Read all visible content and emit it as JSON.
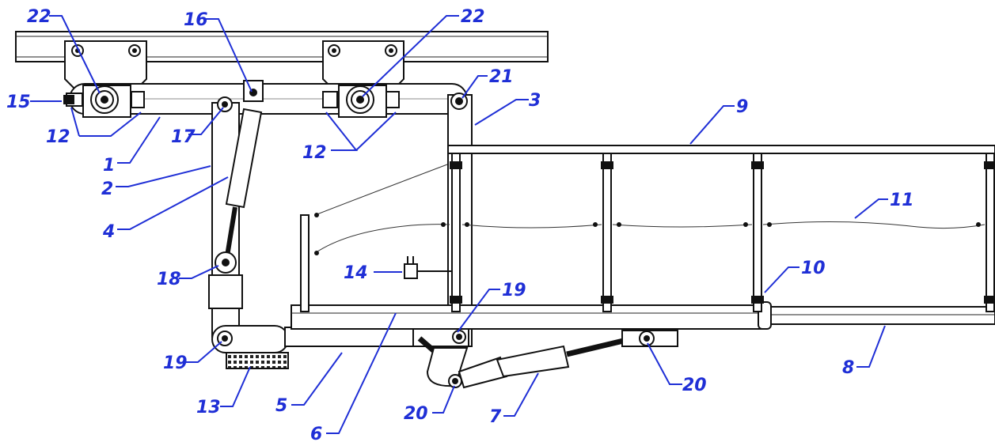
{
  "figure": {
    "callouts": [
      {
        "id": "c22a",
        "text": "22"
      },
      {
        "id": "c16",
        "text": "16"
      },
      {
        "id": "c22b",
        "text": "22"
      },
      {
        "id": "c21",
        "text": "21"
      },
      {
        "id": "c3",
        "text": "3"
      },
      {
        "id": "c15",
        "text": "15"
      },
      {
        "id": "c12a",
        "text": "12"
      },
      {
        "id": "c17",
        "text": "17"
      },
      {
        "id": "c1",
        "text": "1"
      },
      {
        "id": "c12b",
        "text": "12"
      },
      {
        "id": "c9",
        "text": "9"
      },
      {
        "id": "c2",
        "text": "2"
      },
      {
        "id": "c4",
        "text": "4"
      },
      {
        "id": "c11",
        "text": "11"
      },
      {
        "id": "c10",
        "text": "10"
      },
      {
        "id": "c14",
        "text": "14"
      },
      {
        "id": "c18",
        "text": "18"
      },
      {
        "id": "c19a",
        "text": "19"
      },
      {
        "id": "c19b",
        "text": "19"
      },
      {
        "id": "c13",
        "text": "13"
      },
      {
        "id": "c5",
        "text": "5"
      },
      {
        "id": "c6",
        "text": "6"
      },
      {
        "id": "c20a",
        "text": "20"
      },
      {
        "id": "c20b",
        "text": "20"
      },
      {
        "id": "c7",
        "text": "7"
      },
      {
        "id": "c8",
        "text": "8"
      }
    ],
    "colors": {
      "callout": "#1f2fd6",
      "line": "#111111"
    }
  }
}
